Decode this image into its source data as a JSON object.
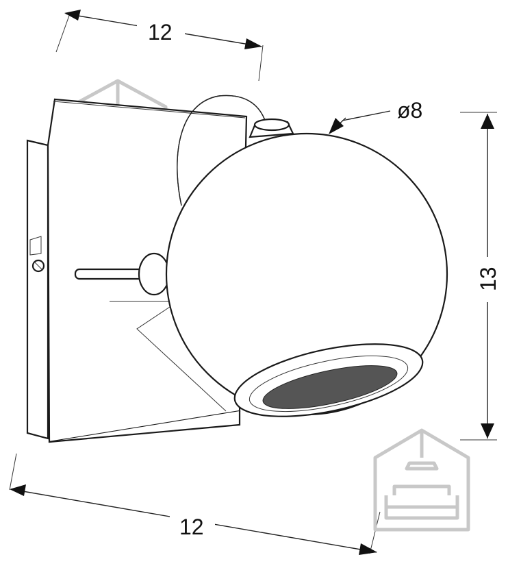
{
  "dimensions": {
    "top_width": "12",
    "bottom_width": "12",
    "height": "13",
    "diameter": "ø8"
  },
  "colors": {
    "line": "#222222",
    "watermark": "#c8c8c8",
    "background": "#ffffff"
  },
  "icons": {
    "watermark_top": "house-with-sofa-icon",
    "watermark_bottom": "house-with-sofa-icon"
  }
}
